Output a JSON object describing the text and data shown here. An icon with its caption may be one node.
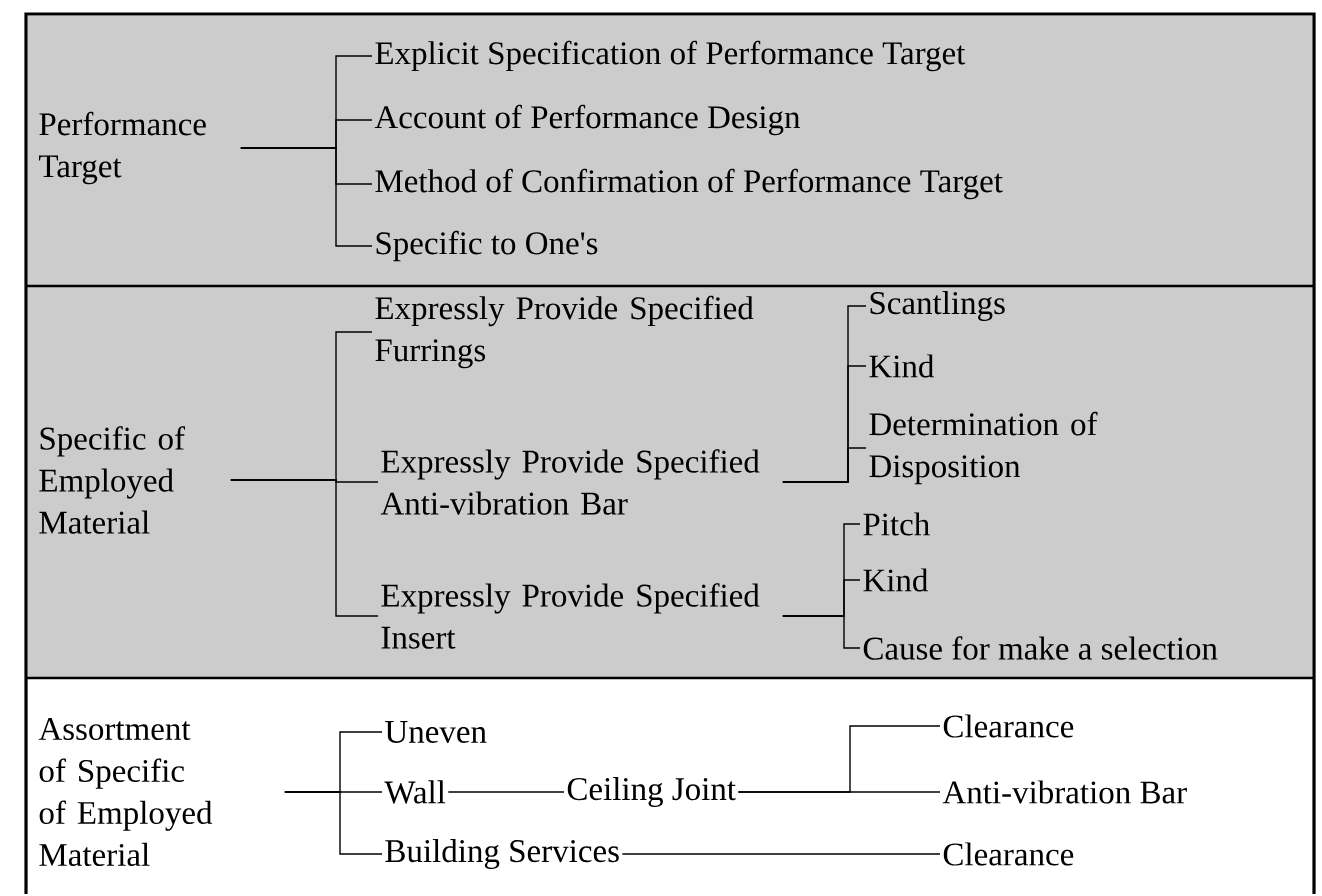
{
  "diagram": {
    "nodes": [
      {
        "text": [
          "Performance Target"
        ]
      },
      {
        "text": [
          "Explicit Specification of Performance Target"
        ]
      },
      {
        "text": [
          "Account of Performance Design"
        ]
      },
      {
        "text": [
          "Method of Confirmation of Performance Target"
        ]
      },
      {
        "text": [
          "Specific to One's"
        ]
      },
      {
        "text": [
          "Specific of Employed Material"
        ]
      },
      {
        "text": [
          "Expressly Provide Specified Furrings"
        ]
      },
      {
        "text": [
          "Expressly Provide Specified Anti-vibration Bar"
        ]
      },
      {
        "text": [
          "Expressly Provide Specified Insert"
        ]
      },
      {
        "text": [
          "Scantlings"
        ]
      },
      {
        "text": [
          "Kind"
        ]
      },
      {
        "text": [
          "Determination of Disposition"
        ]
      },
      {
        "text": [
          "Pitch"
        ]
      },
      {
        "text": [
          "Kind"
        ]
      },
      {
        "text": [
          "Cause for make a selection"
        ]
      },
      {
        "text": [
          "Assortment of Specific of Employed Material"
        ]
      },
      {
        "text": [
          "Uneven"
        ]
      },
      {
        "text": [
          "Wall"
        ]
      },
      {
        "text": [
          "Ceiling Joint"
        ]
      },
      {
        "text": [
          "Clearance"
        ]
      },
      {
        "text": [
          "Anti-vibration Bar"
        ]
      },
      {
        "text": [
          "Building Services"
        ]
      },
      {
        "text": [
          "Clearance"
        ]
      }
    ],
    "edges": [
      {
        "from": 0,
        "to": 1,
        "arrow": "none"
      },
      {
        "from": 0,
        "to": 2,
        "arrow": "none"
      },
      {
        "from": 0,
        "to": 3,
        "arrow": "none"
      },
      {
        "from": 0,
        "to": 4,
        "arrow": "none"
      },
      {
        "from": 5,
        "to": 6,
        "arrow": "none"
      },
      {
        "from": 5,
        "to": 7,
        "arrow": "none"
      },
      {
        "from": 5,
        "to": 8,
        "arrow": "none"
      },
      {
        "from": 7,
        "to": 9,
        "arrow": "none"
      },
      {
        "from": 7,
        "to": 10,
        "arrow": "none"
      },
      {
        "from": 7,
        "to": 11,
        "arrow": "none"
      },
      {
        "from": 8,
        "to": 12,
        "arrow": "none"
      },
      {
        "from": 8,
        "to": 13,
        "arrow": "none"
      },
      {
        "from": 8,
        "to": 14,
        "arrow": "none"
      },
      {
        "from": 15,
        "to": 16,
        "arrow": "none"
      },
      {
        "from": 15,
        "to": 17,
        "arrow": "none"
      },
      {
        "from": 15,
        "to": 21,
        "arrow": "none"
      },
      {
        "from": 17,
        "to": 18,
        "arrow": "none"
      },
      {
        "from": 18,
        "to": 19,
        "arrow": "none"
      },
      {
        "from": 18,
        "to": 20,
        "arrow": "none"
      },
      {
        "from": 21,
        "to": 22,
        "arrow": "none"
      }
    ]
  }
}
